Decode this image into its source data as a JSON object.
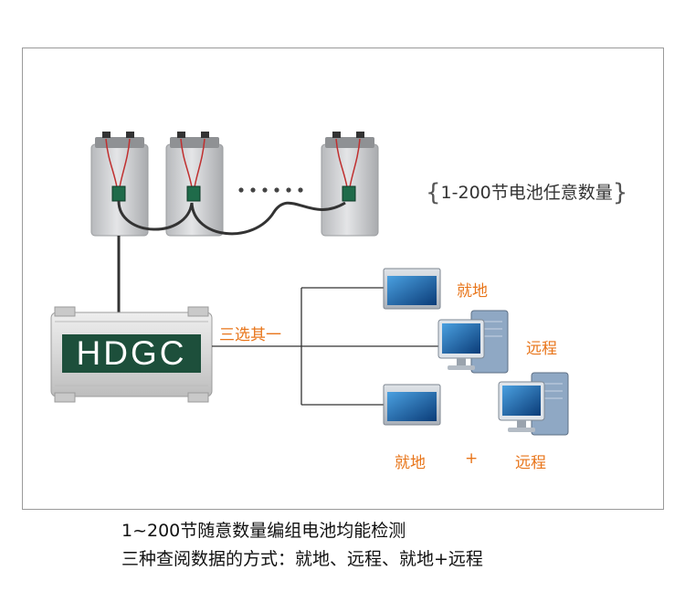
{
  "battery_note": {
    "open_brace": "{",
    "text": "1-200节电池任意数量",
    "close_brace": "}"
  },
  "device_label": "HDGC",
  "mode_label": "三选其一",
  "options": {
    "local": "就地",
    "remote": "远程",
    "combined_local": "就地",
    "plus": "+",
    "combined_remote": "远程"
  },
  "captions": {
    "line1": "1~200节随意数量编组电池均能检测",
    "line2": "三种查阅数据的方式：就地、远程、就地+远程"
  },
  "colors": {
    "accent": "#e8751a",
    "device_plate": "#1d4f3b",
    "frame": "#9a9a9a"
  }
}
